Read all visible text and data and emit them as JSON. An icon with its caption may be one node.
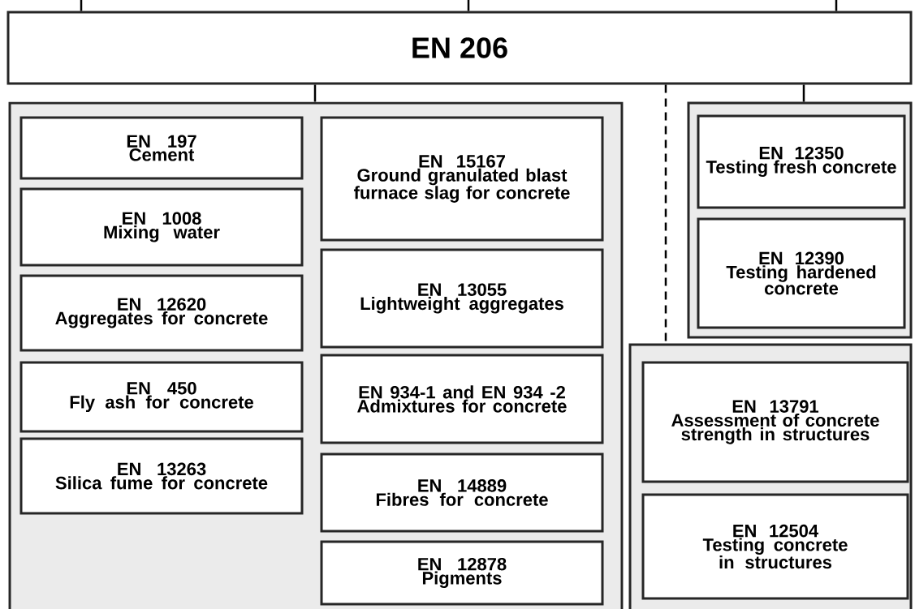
{
  "diagram": {
    "nodes": [
      {
        "text": [
          "EN 206"
        ]
      },
      {
        "text": [],
        "shape": "box"
      },
      {
        "text": [
          "EN 197",
          "Cement"
        ],
        "in": 1
      },
      {
        "text": [
          "EN 1008",
          "Mixing water"
        ],
        "in": 1
      },
      {
        "text": [
          "EN 12620",
          "Aggregates for concrete"
        ],
        "in": 1
      },
      {
        "text": [
          "EN 450",
          "Fly ash for concrete"
        ],
        "in": 1
      },
      {
        "text": [
          "EN 13263",
          "Silica fume for concrete"
        ],
        "in": 1
      },
      {
        "text": [
          "EN 15167",
          "Ground granulated blast furnace slag for concrete"
        ],
        "in": 1
      },
      {
        "text": [
          "EN 13055",
          "Lightweight aggregates"
        ],
        "in": 1
      },
      {
        "text": [
          "EN 934-1 and EN 934 -2",
          "Admixtures for concrete"
        ],
        "in": 1
      },
      {
        "text": [
          "EN 14889",
          "Fibres for concrete"
        ],
        "in": 1
      },
      {
        "text": [
          "EN 12878",
          "Pigments"
        ],
        "in": 1
      },
      {
        "text": [],
        "shape": "box"
      },
      {
        "text": [
          "EN 12350",
          "Testing fresh concrete"
        ],
        "in": 12
      },
      {
        "text": [
          "EN 12390",
          "Testing hardened concrete"
        ],
        "in": 12
      },
      {
        "text": [],
        "shape": "box"
      },
      {
        "text": [
          "EN 13791",
          "Assessment of concrete strength in structures"
        ],
        "in": 15
      },
      {
        "text": [
          "EN 12504",
          "Testing concrete in structures"
        ],
        "in": 15
      }
    ],
    "edges": [
      {
        "from": null,
        "to": 0,
        "arrow": "none"
      },
      {
        "from": null,
        "to": 0,
        "arrow": "none"
      },
      {
        "from": null,
        "to": 0,
        "arrow": "none"
      },
      {
        "from": 0,
        "to": 1,
        "arrow": "none"
      },
      {
        "from": 0,
        "to": 12,
        "arrow": "none"
      },
      {
        "from": 0,
        "to": 15,
        "arrow": "none",
        "style": "dashed"
      }
    ]
  }
}
